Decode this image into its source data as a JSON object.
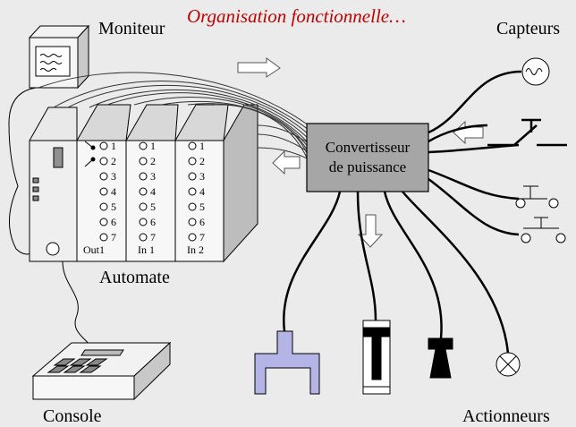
{
  "title": "Organisation fonctionnelle…",
  "labels": {
    "moniteur": "Moniteur",
    "capteurs": "Capteurs",
    "automate": "Automate",
    "console": "Console",
    "actionneurs": "Actionneurs"
  },
  "converter": {
    "line1": "Convertisseur",
    "line2": "de puissance"
  },
  "modules": [
    "Out1",
    "In 1",
    "In 2"
  ],
  "channels": [
    "1",
    "2",
    "3",
    "4",
    "5",
    "6",
    "7"
  ],
  "colors": {
    "title": "#c00000",
    "converter": "#a6a6a6",
    "background": "#ebebeb",
    "actuator": "#b4b4e6"
  },
  "icons": [
    "monitor-icon",
    "plc-icon",
    "console-icon",
    "sensor-lamp-icon",
    "switch-icon",
    "pushbutton-icon",
    "gripper-icon",
    "cylinder-icon",
    "horn-icon",
    "lamp-icon",
    "arrow-icon"
  ]
}
